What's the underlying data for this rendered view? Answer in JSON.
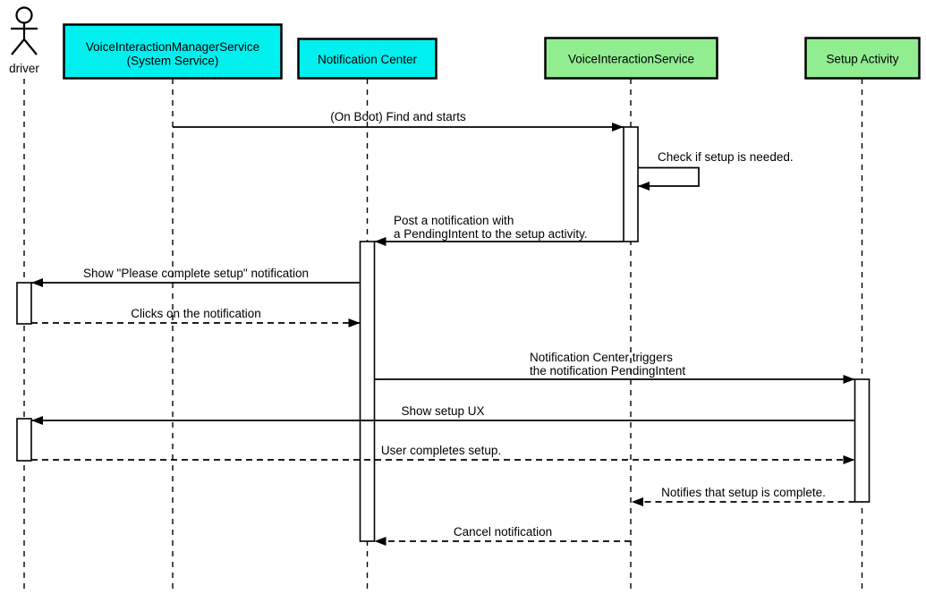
{
  "diagram": {
    "type": "uml-sequence-diagram",
    "actor": {
      "label": "driver"
    },
    "participants": [
      {
        "name": "VoiceInteractionManagerService",
        "subtitle": "(System Service)",
        "fill": "#00F0F0"
      },
      {
        "name": "Notification Center",
        "fill": "#00F0F0"
      },
      {
        "name": "VoiceInteractionService",
        "fill": "#90EE90"
      },
      {
        "name": "Setup Activity",
        "fill": "#90EE90"
      }
    ],
    "messages": [
      {
        "text": "(On Boot) Find and starts",
        "from": "VoiceInteractionManagerService",
        "to": "VoiceInteractionService",
        "line": "solid"
      },
      {
        "text": "Check if setup is needed.",
        "from": "VoiceInteractionService",
        "to": "VoiceInteractionService",
        "line": "solid"
      },
      {
        "text": "Post a notification with",
        "text2": "a PendingIntent to the setup activity.",
        "from": "VoiceInteractionService",
        "to": "Notification Center",
        "line": "solid"
      },
      {
        "text": "Show \"Please complete setup\" notification",
        "from": "Notification Center",
        "to": "driver",
        "line": "solid"
      },
      {
        "text": "Clicks on the notification",
        "from": "driver",
        "to": "Notification Center",
        "line": "dashed"
      },
      {
        "text": "Notification Center triggers",
        "text2": "the notification PendingIntent",
        "from": "Notification Center",
        "to": "Setup Activity",
        "line": "solid"
      },
      {
        "text": "Show setup UX",
        "from": "Setup Activity",
        "to": "driver",
        "line": "solid"
      },
      {
        "text": "User completes setup.",
        "from": "driver",
        "to": "Setup Activity",
        "line": "dashed"
      },
      {
        "text": "Notifies that setup is complete.",
        "from": "Setup Activity",
        "to": "VoiceInteractionService",
        "line": "dashed"
      },
      {
        "text": "Cancel notification",
        "from": "VoiceInteractionService",
        "to": "Notification Center",
        "line": "dashed"
      }
    ],
    "colors": {
      "participant_cyan": "#00F0F0",
      "participant_green": "#90EE90",
      "stroke": "#000000",
      "activation_fill": "#FFFFFF",
      "background": "#FFFFFF"
    }
  }
}
